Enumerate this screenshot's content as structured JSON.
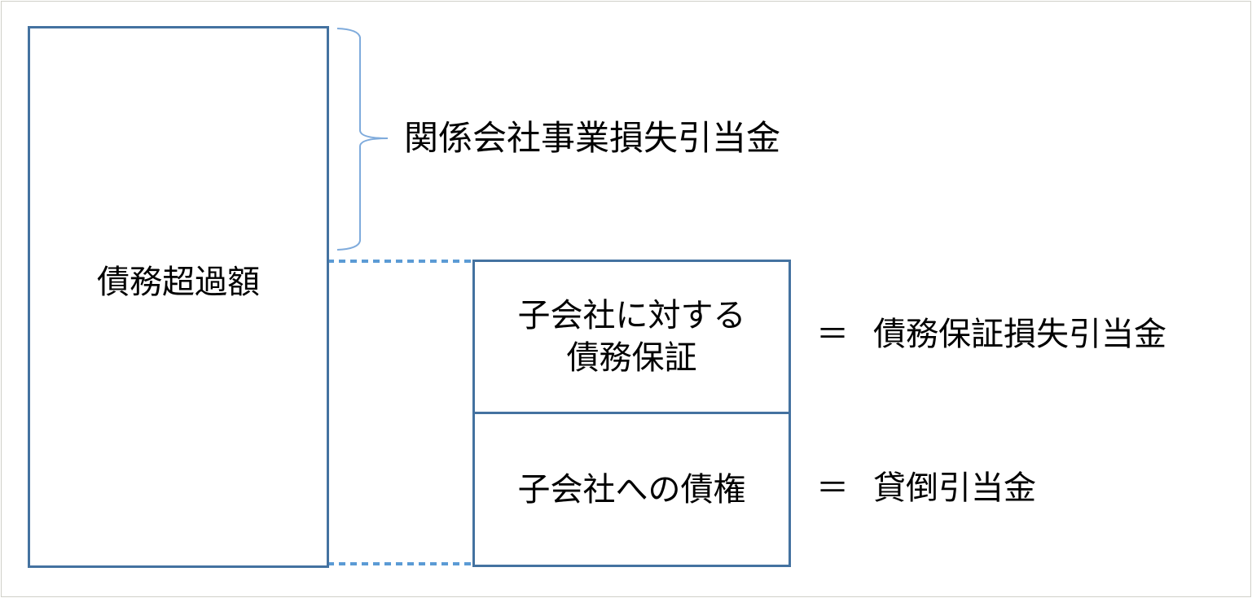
{
  "diagram": {
    "excess_liabilities": "債務超過額",
    "affiliate_loss_reserve": "関係会社事業損失引当金",
    "guarantee_box": {
      "line1": "子会社に対する",
      "line2": "債務保証"
    },
    "receivable_box": "子会社への債権",
    "equals": "＝",
    "guarantee_reserve": "債務保証損失引当金",
    "bad_debt_reserve": "貸倒引当金"
  },
  "colors": {
    "box": "#4472a0",
    "dotted": "#5b9bd5",
    "brace": "#7fabdc"
  }
}
